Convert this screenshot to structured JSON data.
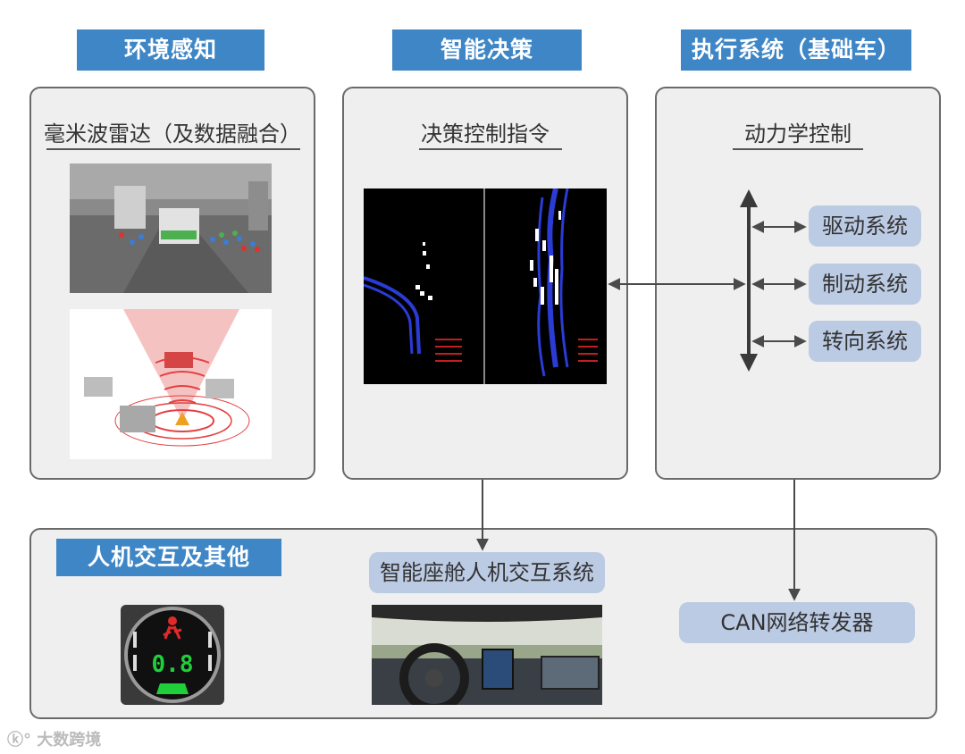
{
  "columns": {
    "perception": {
      "header": "环境感知",
      "subtitle": "毫米波雷达（及数据融合）"
    },
    "decision": {
      "header": "智能决策",
      "subtitle": "决策控制指令"
    },
    "execution": {
      "header": "执行系统（基础车）",
      "subtitle": "动力学控制",
      "systems": [
        "驱动系统",
        "制动系统",
        "转向系统"
      ]
    }
  },
  "bottom": {
    "header": "人机交互及其他",
    "cockpit_label": "智能座舱人机交互系统",
    "can_label": "CAN网络转发器",
    "dashboard_reading": "0.8"
  },
  "watermark": "大数跨境",
  "colors": {
    "header_bg": "#3f86c6",
    "pill_bg": "#bccbe4",
    "panel_bg": "#efefef"
  }
}
